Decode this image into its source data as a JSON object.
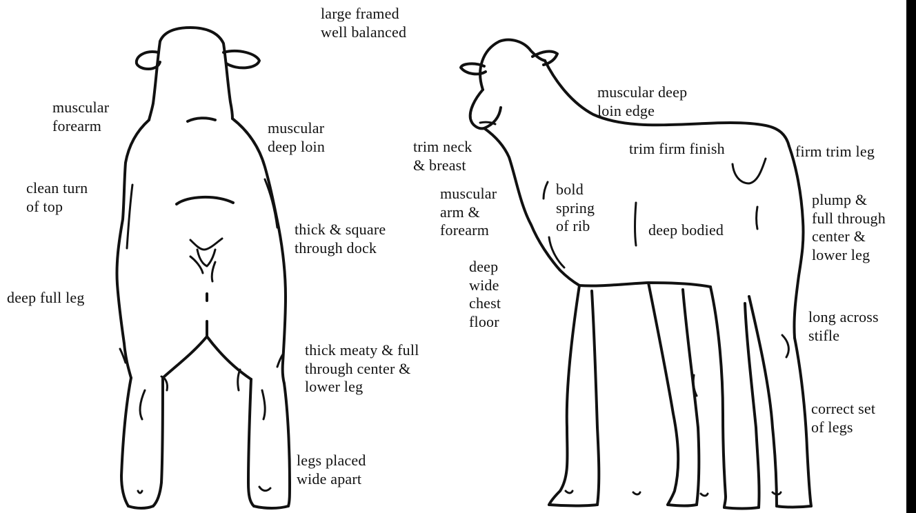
{
  "colors": {
    "ink": "#111111",
    "background": "#ffffff",
    "edge_bar": "#000000"
  },
  "rear_view": {
    "labels": {
      "large_framed": "large framed\nwell balanced",
      "muscular_forearm": "muscular\nforearm",
      "muscular_deep_loin": "muscular\ndeep loin",
      "clean_turn_of_top": "clean turn\nof top",
      "thick_square_dock": "thick & square\nthrough dock",
      "deep_full_leg": "deep full leg",
      "thick_meaty": "thick meaty & full\nthrough center &\nlower leg",
      "legs_wide_apart": "legs placed\nwide apart"
    }
  },
  "side_view": {
    "labels": {
      "muscular_deep_loin_edge": "muscular deep\nloin edge",
      "trim_neck_breast": "trim neck\n& breast",
      "trim_firm_finish": "trim firm finish",
      "firm_trim_leg": "firm trim leg",
      "muscular_arm_forearm": "muscular\narm &\nforearm",
      "bold_spring_of_rib": "bold\nspring\nof rib",
      "deep_bodied": "deep bodied",
      "plump_full": "plump &\nfull through\ncenter &\nlower leg",
      "deep_wide_chest": "deep\nwide\nchest\nfloor",
      "long_across_stifle": "long across\nstifle",
      "correct_set_of_legs": "correct set\nof legs"
    }
  }
}
